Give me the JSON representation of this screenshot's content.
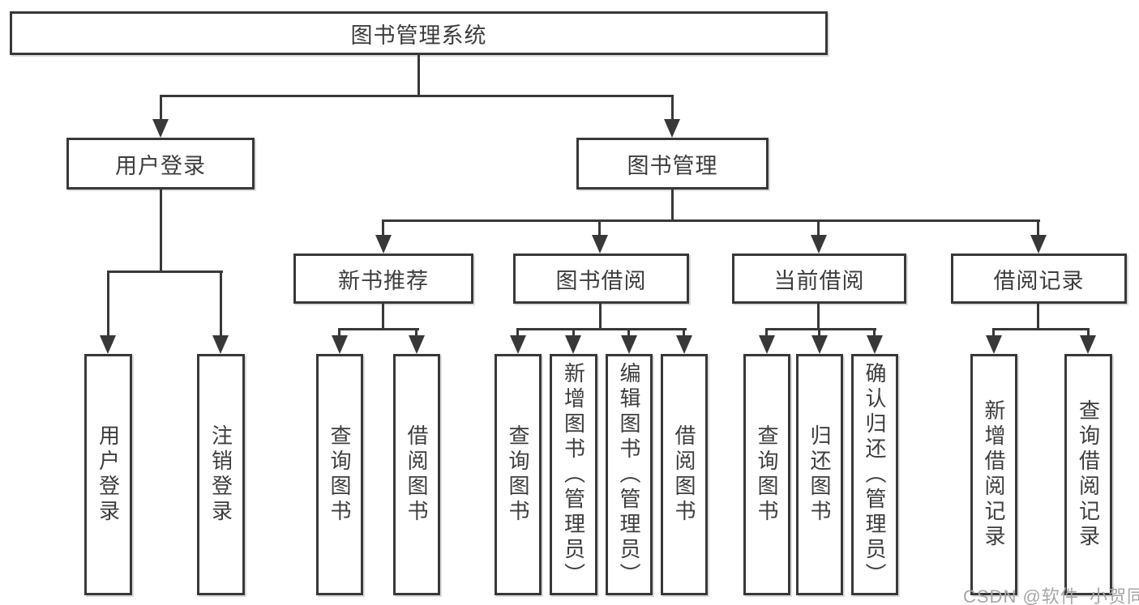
{
  "tree": {
    "label": "图书管理系统",
    "children": [
      {
        "label": "用户登录",
        "children": [
          {
            "label": "用户登录"
          },
          {
            "label": "注销登录"
          }
        ]
      },
      {
        "label": "图书管理",
        "children": [
          {
            "label": "新书推荐",
            "children": [
              {
                "label": "查询图书"
              },
              {
                "label": "借阅图书"
              }
            ]
          },
          {
            "label": "图书借阅",
            "children": [
              {
                "label": "查询图书"
              },
              {
                "label": "新增图书（管理员）"
              },
              {
                "label": "编辑图书（管理员）"
              },
              {
                "label": "借阅图书"
              }
            ]
          },
          {
            "label": "当前借阅",
            "children": [
              {
                "label": "查询图书"
              },
              {
                "label": "归还图书"
              },
              {
                "label": "确认归还（管理员）"
              }
            ]
          },
          {
            "label": "借阅记录",
            "children": [
              {
                "label": "新增借阅记录"
              },
              {
                "label": "查询借阅记录"
              }
            ]
          }
        ]
      }
    ]
  },
  "watermark": "CSDN @软件_小贺同学",
  "colors": {
    "line": "#383838",
    "text": "#3d3d3d",
    "watermark": "#a6a6a6",
    "background": "#ffffff"
  }
}
